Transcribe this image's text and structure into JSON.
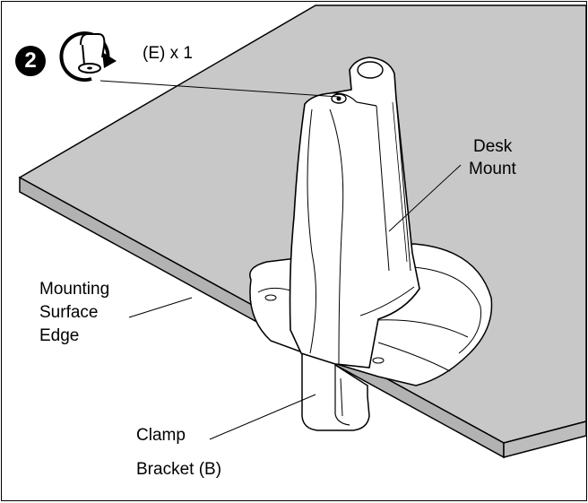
{
  "step": {
    "number": "2"
  },
  "hardware": {
    "callout": "(E) x 1",
    "icon": "screw-rotate-clockwise-icon"
  },
  "labels": {
    "desk_mount_line1": "Desk",
    "desk_mount_line2": "Mount",
    "mounting_line1": "Mounting",
    "mounting_line2": "Surface",
    "mounting_line3": "Edge",
    "clamp_line1": "Clamp",
    "clamp_line2": "Bracket (B)"
  },
  "colors": {
    "desk_surface": "#c8c8c8",
    "desk_edge": "#b2b2b2",
    "outline": "#000000",
    "part_fill": "#ffffff"
  }
}
